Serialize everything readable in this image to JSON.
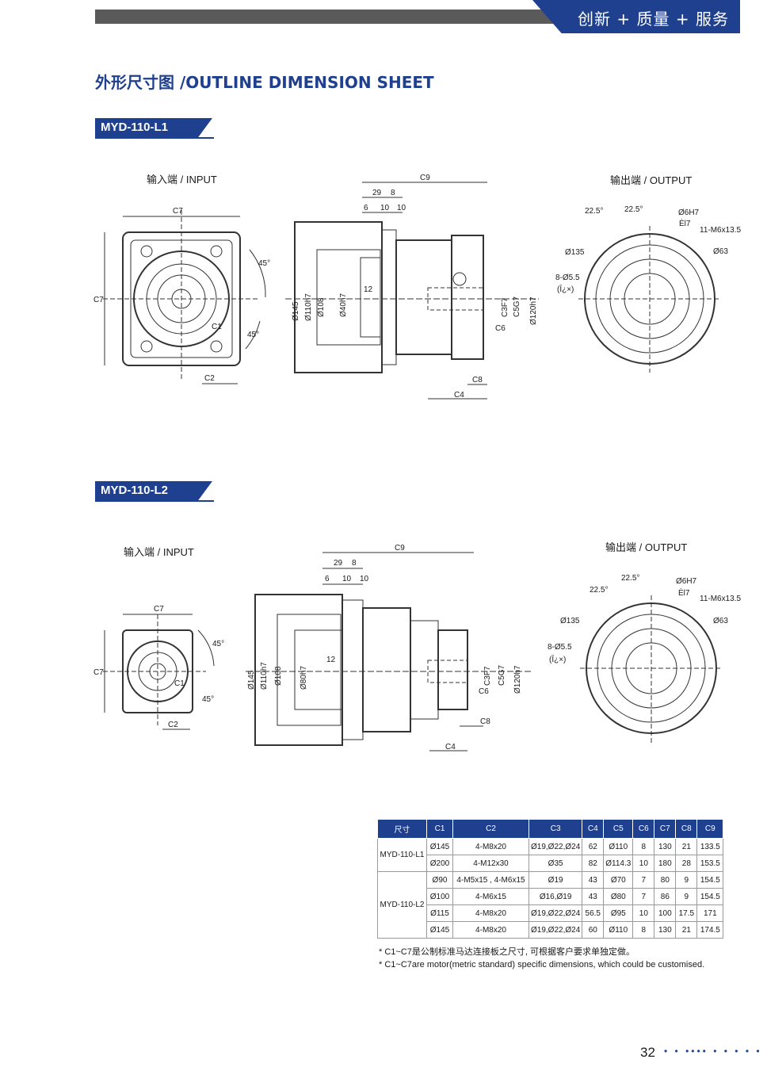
{
  "header": {
    "slogan": "创新 + 质量 + 服务",
    "sheet_title": "外形尺寸图 /OUTLINE DIMENSION SHEET"
  },
  "section_l1": {
    "model": "MYD-110-L1",
    "input_label": "输入端 / INPUT",
    "output_label": "输出端 / OUTPUT"
  },
  "section_l2": {
    "model": "MYD-110-L2",
    "input_label": "输入端 / INPUT",
    "output_label": "输出端 / OUTPUT"
  },
  "dims": {
    "c7": "C7",
    "c1": "C1",
    "c2": "C2",
    "c3": "C3F7",
    "c4": "C4",
    "c5": "C5G7",
    "c6": "C6",
    "c8": "C8",
    "c9": "C9",
    "a45": "45°",
    "d145": "Ø145",
    "d110": "Ø110h7",
    "d108": "Ø108",
    "d40": "Ø40h7",
    "d80": "Ø80h7",
    "d120": "Ø120h7",
    "n29": "29",
    "n8": "8",
    "n6": "6",
    "n10": "10",
    "n12": "12",
    "a225": "22.5°",
    "d6h7": "Ø6H7",
    "ei7": "Ėl7",
    "m6": "11-M6x13.5",
    "d135": "Ø135",
    "d63": "Ø63",
    "h855": "8-Ø5.5",
    "pcd": "(Ī¿×)"
  },
  "table": {
    "headers": [
      "尺寸",
      "C1",
      "C2",
      "C3",
      "C4",
      "C5",
      "C6",
      "C7",
      "C8",
      "C9"
    ],
    "groups": [
      {
        "model": "MYD-110-L1",
        "rows": [
          [
            "Ø145",
            "4-M8x20",
            "Ø19,Ø22,Ø24",
            "62",
            "Ø110",
            "8",
            "130",
            "21",
            "133.5"
          ],
          [
            "Ø200",
            "4-M12x30",
            "Ø35",
            "82",
            "Ø114.3",
            "10",
            "180",
            "28",
            "153.5"
          ]
        ]
      },
      {
        "model": "MYD-110-L2",
        "rows": [
          [
            "Ø90",
            "4-M5x15 , 4-M6x15",
            "Ø19",
            "43",
            "Ø70",
            "7",
            "80",
            "9",
            "154.5"
          ],
          [
            "Ø100",
            "4-M6x15",
            "Ø16,Ø19",
            "43",
            "Ø80",
            "7",
            "86",
            "9",
            "154.5"
          ],
          [
            "Ø115",
            "4-M8x20",
            "Ø19,Ø22,Ø24",
            "56.5",
            "Ø95",
            "10",
            "100",
            "17.5",
            "171"
          ],
          [
            "Ø145",
            "4-M8x20",
            "Ø19,Ø22,Ø24",
            "60",
            "Ø110",
            "8",
            "130",
            "21",
            "174.5"
          ]
        ]
      }
    ]
  },
  "notes": {
    "cn": "* C1~C7是公制标准马达连接板之尺寸, 可根据客户要求单独定做。",
    "en": "* C1~C7are motor(metric standard)  specific dimensions, which could be customised."
  },
  "footer": {
    "page": "32",
    "dots": "• • •••• • • • • •"
  },
  "colors": {
    "brand": "#1f3f8f",
    "bar": "#5a5a5a",
    "line": "#333333"
  }
}
